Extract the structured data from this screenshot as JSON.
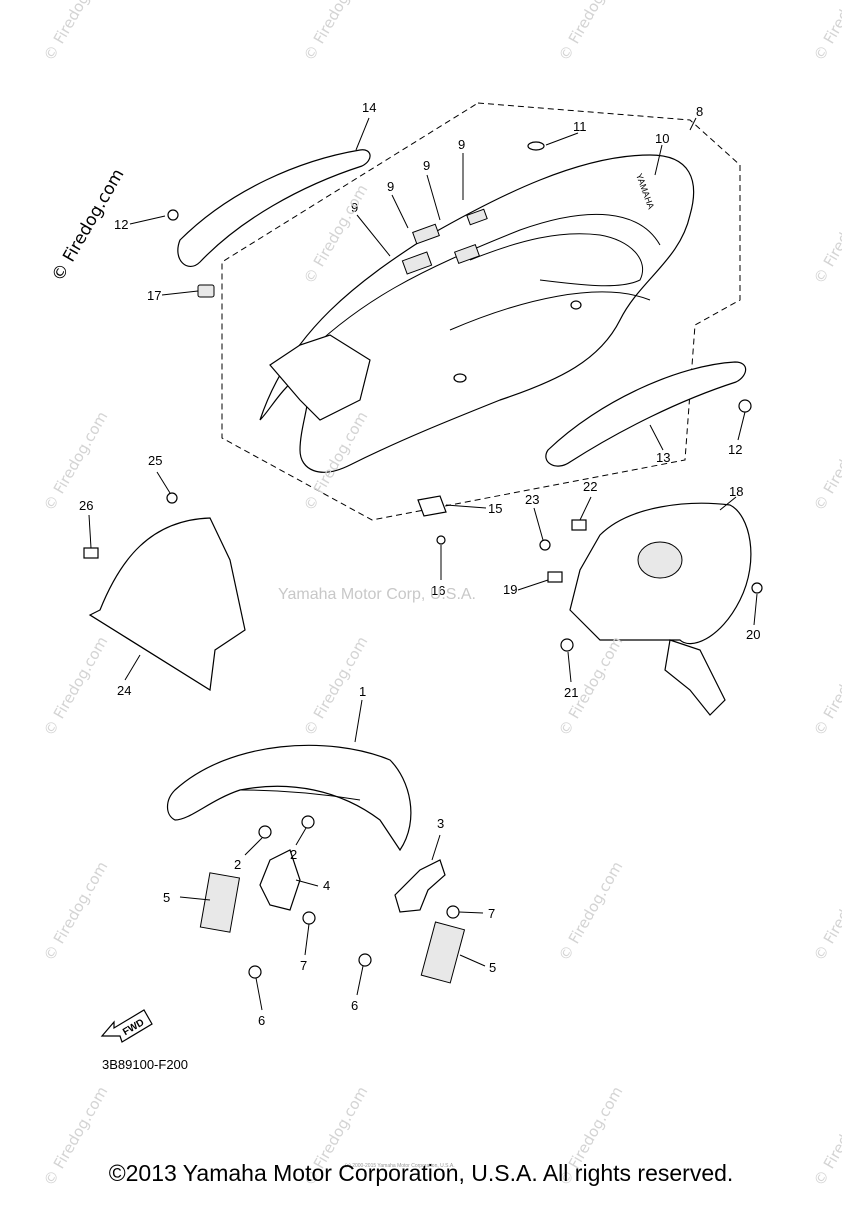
{
  "watermark": {
    "text": "© Firedog.com",
    "center_text": "Yamaha Motor Corp, U.S.A."
  },
  "side_label": "© Firedog.com",
  "diagram_code": "3B89100-F200",
  "fwd_label": "FWD",
  "copyright": "©2013 Yamaha Motor Corporation, U.S.A. All rights reserved.",
  "small_print": "(c) 2000-2015 Yamaha Motor Corporation, U.S.A.",
  "callouts": [
    "1",
    "2",
    "2",
    "3",
    "4",
    "5",
    "5",
    "6",
    "6",
    "7",
    "7",
    "8",
    "9",
    "9",
    "9",
    "9",
    "10",
    "11",
    "12",
    "12",
    "13",
    "14",
    "15",
    "16",
    "17",
    "18",
    "19",
    "20",
    "21",
    "22",
    "23",
    "24",
    "25",
    "26"
  ]
}
